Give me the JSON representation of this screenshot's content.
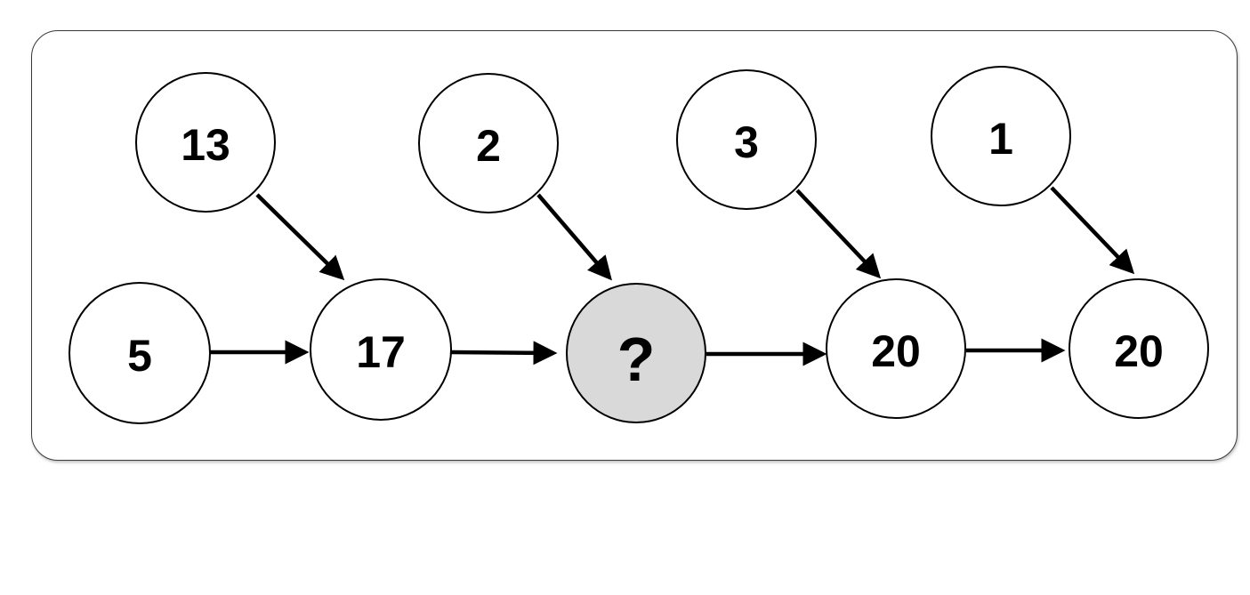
{
  "diagram": {
    "nodes": [
      {
        "id": "top-1",
        "label": "13",
        "fill": "#ffffff"
      },
      {
        "id": "top-2",
        "label": "2",
        "fill": "#ffffff"
      },
      {
        "id": "top-3",
        "label": "3",
        "fill": "#ffffff"
      },
      {
        "id": "top-4",
        "label": "1",
        "fill": "#ffffff"
      },
      {
        "id": "bottom-0",
        "label": "5",
        "fill": "#ffffff"
      },
      {
        "id": "bottom-1",
        "label": "17",
        "fill": "#ffffff"
      },
      {
        "id": "bottom-2",
        "label": "?",
        "fill": "#d9d9d9"
      },
      {
        "id": "bottom-3",
        "label": "20",
        "fill": "#ffffff"
      },
      {
        "id": "bottom-4",
        "label": "20",
        "fill": "#ffffff"
      }
    ],
    "edges": [
      {
        "from": "bottom-0",
        "to": "bottom-1"
      },
      {
        "from": "bottom-1",
        "to": "bottom-2"
      },
      {
        "from": "bottom-2",
        "to": "bottom-3"
      },
      {
        "from": "bottom-3",
        "to": "bottom-4"
      },
      {
        "from": "top-1",
        "to": "bottom-1"
      },
      {
        "from": "top-2",
        "to": "bottom-2"
      },
      {
        "from": "top-3",
        "to": "bottom-3"
      },
      {
        "from": "top-4",
        "to": "bottom-4"
      }
    ],
    "colors": {
      "stroke": "#000000",
      "unknown_fill": "#d9d9d9",
      "node_fill": "#ffffff"
    }
  }
}
